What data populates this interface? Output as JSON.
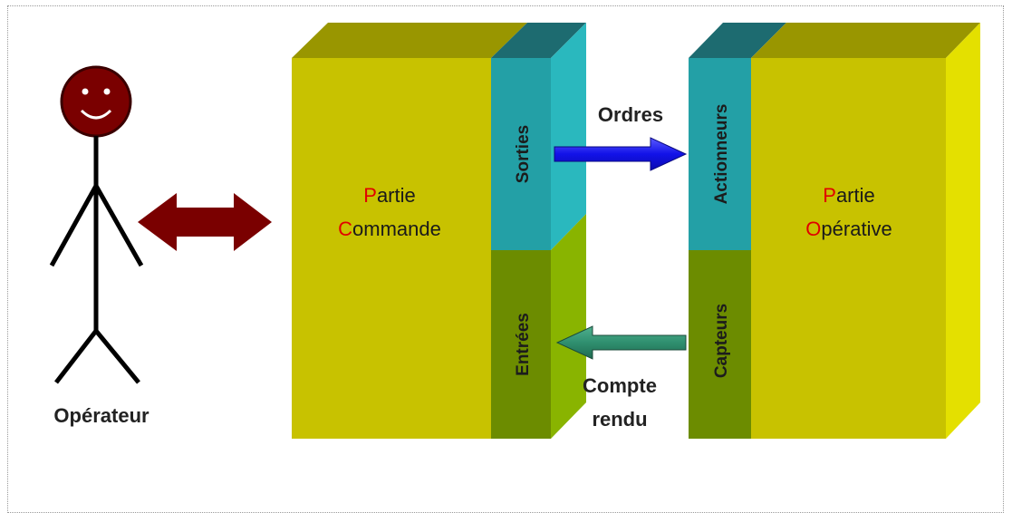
{
  "operator": {
    "label": "Opérateur"
  },
  "command_part": {
    "line1_initial": "P",
    "line1_rest": "artie",
    "line2_initial": "C",
    "line2_rest": "ommande"
  },
  "operative_part": {
    "line1_initial": "P",
    "line1_rest": "artie",
    "line2_initial": "O",
    "line2_rest": "pérative"
  },
  "interfaces": {
    "outputs": "Sorties",
    "inputs": "Entrées",
    "actuators": "Actionneurs",
    "sensors": "Capteurs"
  },
  "flows": {
    "orders": "Ordres",
    "report_line1": "Compte",
    "report_line2": "rendu"
  },
  "colors": {
    "block_front": "#c8c200",
    "block_top": "#999600",
    "block_side_right": "#e4e000",
    "teal_front": "#23a0a6",
    "teal_top": "#1d6b70",
    "teal_side": "#2ab8be",
    "green_front": "#6c8c00",
    "green_side": "#89b400",
    "operator_arrow": "#7a0000",
    "orders_arrow": "#1212e8",
    "report_arrow": "#2f8f6f",
    "head": "#7a0000",
    "accent_letter": "#e00000"
  }
}
